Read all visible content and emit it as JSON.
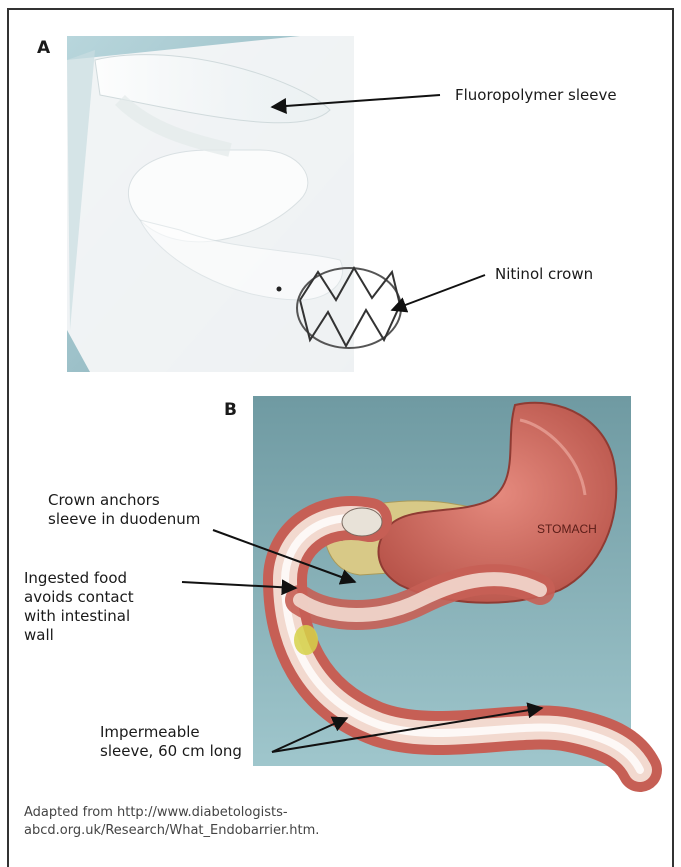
{
  "panel_a": {
    "letter": "A",
    "labels": {
      "sleeve": "Fluoropolymer sleeve",
      "crown": "Nitinol crown"
    }
  },
  "panel_b": {
    "letter": "B",
    "stomach_text": "STOMACH",
    "labels": {
      "crown_anchors_l1": "Crown anchors",
      "crown_anchors_l2": "sleeve in duodenum",
      "food_l1": "Ingested food",
      "food_l2": "avoids contact",
      "food_l3": "with intestinal",
      "food_l4": "wall",
      "impermeable_l1": "Impermeable",
      "impermeable_l2": "sleeve, 60 cm long"
    }
  },
  "caption": {
    "line1": "Adapted from http://www.diabetologists-",
    "line2": "abcd.org.uk/Research/What_Endobarrier.htm."
  },
  "colors": {
    "photo_bg": "#9fc3cc",
    "illustration_bg": "#7fa9b0",
    "stomach": "#d9756a",
    "sleeve": "#f3efe6"
  }
}
